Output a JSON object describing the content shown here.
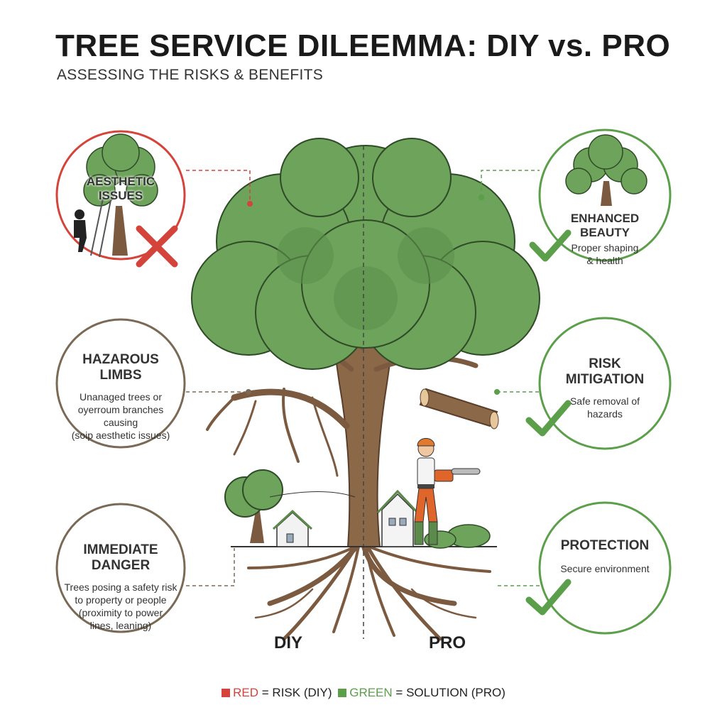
{
  "header": {
    "title": "TREE SERVICE DILEEMMA: DIY vs. PRO",
    "subtitle": "ASSESSING THE RISKS & BENEFITS"
  },
  "risks": {
    "aesthetic": {
      "title": "AESTHETIC ISSUES"
    },
    "hazardous": {
      "title": "HAZAROUS LIMBS",
      "lines": [
        "Unanaged trees or",
        "oyerroum branches causing",
        "(soip  aesthetic issues)"
      ]
    },
    "danger": {
      "title": "IMMEDIATE DANGER",
      "lines": [
        "Trees posing a safety risk",
        "to property or people",
        "(proximity to power",
        "lines, leaning)"
      ]
    }
  },
  "solutions": {
    "beauty": {
      "title": "ENHANCED BEAUTY",
      "lines": [
        "Proper shaping",
        "& health"
      ]
    },
    "mitigation": {
      "title": "RISK MITIGATION",
      "lines": [
        "Safe removal of",
        "hazards"
      ]
    },
    "protection": {
      "title": "PROTECTION",
      "lines": [
        "Secure environment"
      ]
    }
  },
  "labels": {
    "diy": "DIY",
    "pro": "PRO"
  },
  "legend": {
    "red_word": "RED",
    "red_text": "= RISK (DIY)",
    "green_word": "GREEN",
    "green_text": "= SOLUTION (PRO)"
  },
  "colors": {
    "risk": "#d4443a",
    "solution": "#5b9f4a",
    "neutral_border": "#7a6a55",
    "foliage": "#6da35a",
    "trunk": "#7b5a40"
  },
  "icons": {
    "risk_mark": "x-mark-icon",
    "solution_mark": "check-mark-icon"
  }
}
